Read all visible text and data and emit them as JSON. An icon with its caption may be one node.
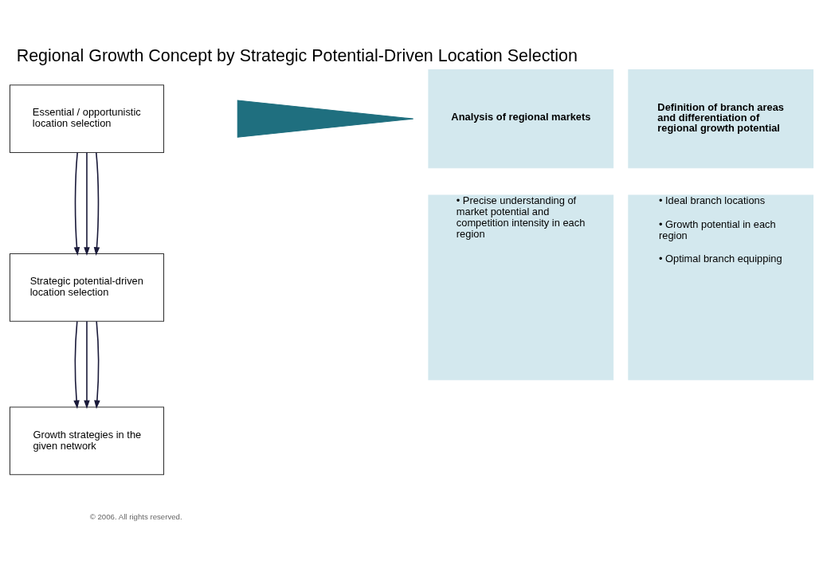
{
  "diagram": {
    "title": "Regional Growth Concept by Strategic Potential-Driven Location Selection",
    "nodes": [
      {
        "text": [
          "Essential / opportunistic location selection"
        ]
      },
      {
        "text": [
          "Strategic potential-driven location selection"
        ]
      },
      {
        "text": [
          "Growth strategies in the given network"
        ]
      },
      {
        "text": [],
        "shape": "triangle"
      },
      {
        "text": [
          "Analysis of regional markets"
        ]
      },
      {
        "text": [
          "Definition of branch areas and differentiation of regional growth potential"
        ]
      },
      {
        "text": [
          "• Precise understanding of market potential and competition intensity in each region"
        ]
      },
      {
        "text": [
          "• Ideal branch locations",
          "• Growth potential in each region",
          "• Optimal branch equipping"
        ]
      }
    ],
    "edges": [
      {
        "from": 0,
        "to": 1,
        "arrow": "to"
      },
      {
        "from": 0,
        "to": 1,
        "arrow": "to"
      },
      {
        "from": 0,
        "to": 1,
        "arrow": "to"
      },
      {
        "from": 1,
        "to": 2,
        "arrow": "to"
      },
      {
        "from": 1,
        "to": 2,
        "arrow": "to"
      },
      {
        "from": 1,
        "to": 2,
        "arrow": "to"
      }
    ],
    "labels": [
      "© 2006. All rights reserved."
    ]
  }
}
